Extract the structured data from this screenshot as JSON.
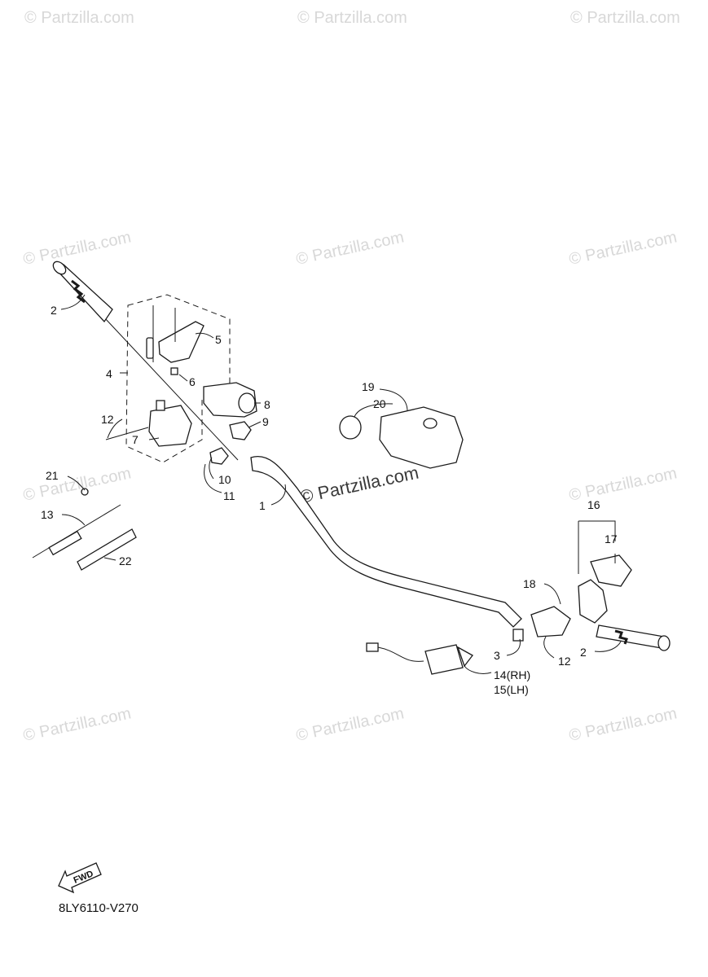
{
  "watermarks": {
    "text": "Partzilla.com",
    "symbol": "©"
  },
  "callouts": {
    "c1": "1",
    "c2a": "2",
    "c2b": "2",
    "c3": "3",
    "c4": "4",
    "c5": "5",
    "c6": "6",
    "c7": "7",
    "c8": "8",
    "c9": "9",
    "c10": "10",
    "c11": "11",
    "c12a": "12",
    "c12b": "12",
    "c13": "13",
    "c14": "14(RH)",
    "c15": "15(LH)",
    "c16": "16",
    "c17": "17",
    "c18": "18",
    "c19": "19",
    "c20": "20",
    "c21": "21",
    "c22": "22"
  },
  "badge": {
    "fwd": "FWD"
  },
  "diagram_code": "8LY6110-V270",
  "colors": {
    "line": "#1a1a1a",
    "watermark": "#d8d8d8",
    "watermark_main": "#3a3a3a"
  }
}
